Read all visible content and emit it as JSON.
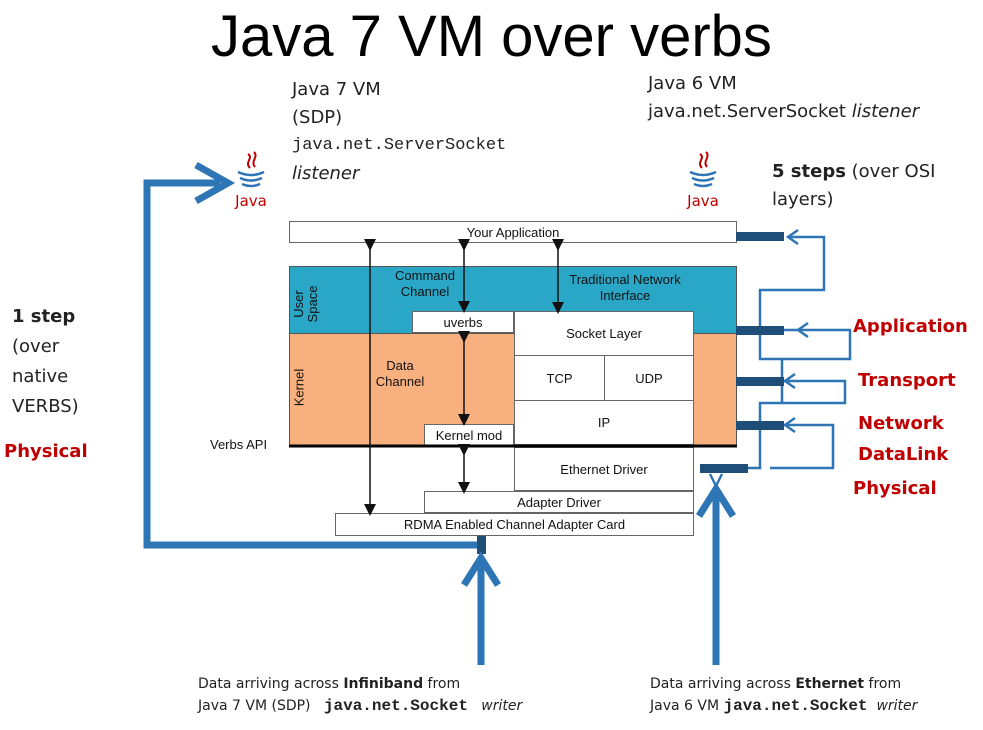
{
  "title": "Java 7 VM over verbs",
  "java7": {
    "line1": "Java 7 VM",
    "line2": "(SDP)",
    "class_name": "java.net.ServerSocket",
    "role": "listener"
  },
  "java6": {
    "line1": "Java 6 VM",
    "class_name": "java.net.ServerSocket",
    "role": "listener"
  },
  "java_logo_text": "Java",
  "five_steps": {
    "bold": "5 steps",
    "rest": " (over OSI",
    "line2": "layers)"
  },
  "one_step": {
    "bold": "1 step",
    "lines": [
      "(over",
      "native",
      "VERBS)"
    ]
  },
  "left_physical": "Physical",
  "layers": {
    "application": "Application",
    "transport": "Transport",
    "network": "Network",
    "datalink": "DataLink",
    "physical": "Physical"
  },
  "diagram": {
    "your_application": "Your Application",
    "user_space": [
      "User",
      "Space"
    ],
    "kernel": "Kernel",
    "command_channel": [
      "Command",
      "Channel"
    ],
    "traditional_network": [
      "Traditional Network",
      "Interface"
    ],
    "uverbs": "uverbs",
    "socket_layer": "Socket Layer",
    "data_channel": [
      "Data",
      "Channel"
    ],
    "tcp": "TCP",
    "udp": "UDP",
    "ip": "IP",
    "kernel_mod": "Kernel mod",
    "verbs_api": "Verbs API",
    "ethernet_driver": "Ethernet Driver",
    "adapter_driver": "Adapter Driver",
    "rdma_card": "RDMA Enabled Channel Adapter Card"
  },
  "bottom_left": {
    "prefix": "Data arriving across ",
    "medium": "Infiniband",
    "suffix": " from",
    "line2_a": "Java 7 VM (SDP)",
    "line2_class": "java.net.Socket",
    "line2_role": "writer"
  },
  "bottom_right": {
    "prefix": "Data arriving across ",
    "medium": "Ethernet",
    "suffix": " from",
    "line2_a": "Java 6 VM",
    "line2_class": "java.net.Socket",
    "line2_role": "writer"
  },
  "colors": {
    "arrow_blue": "#2e75b6",
    "user_space": "#2aa7c7",
    "kernel": "#f9b07f",
    "red_label": "#c00000"
  }
}
